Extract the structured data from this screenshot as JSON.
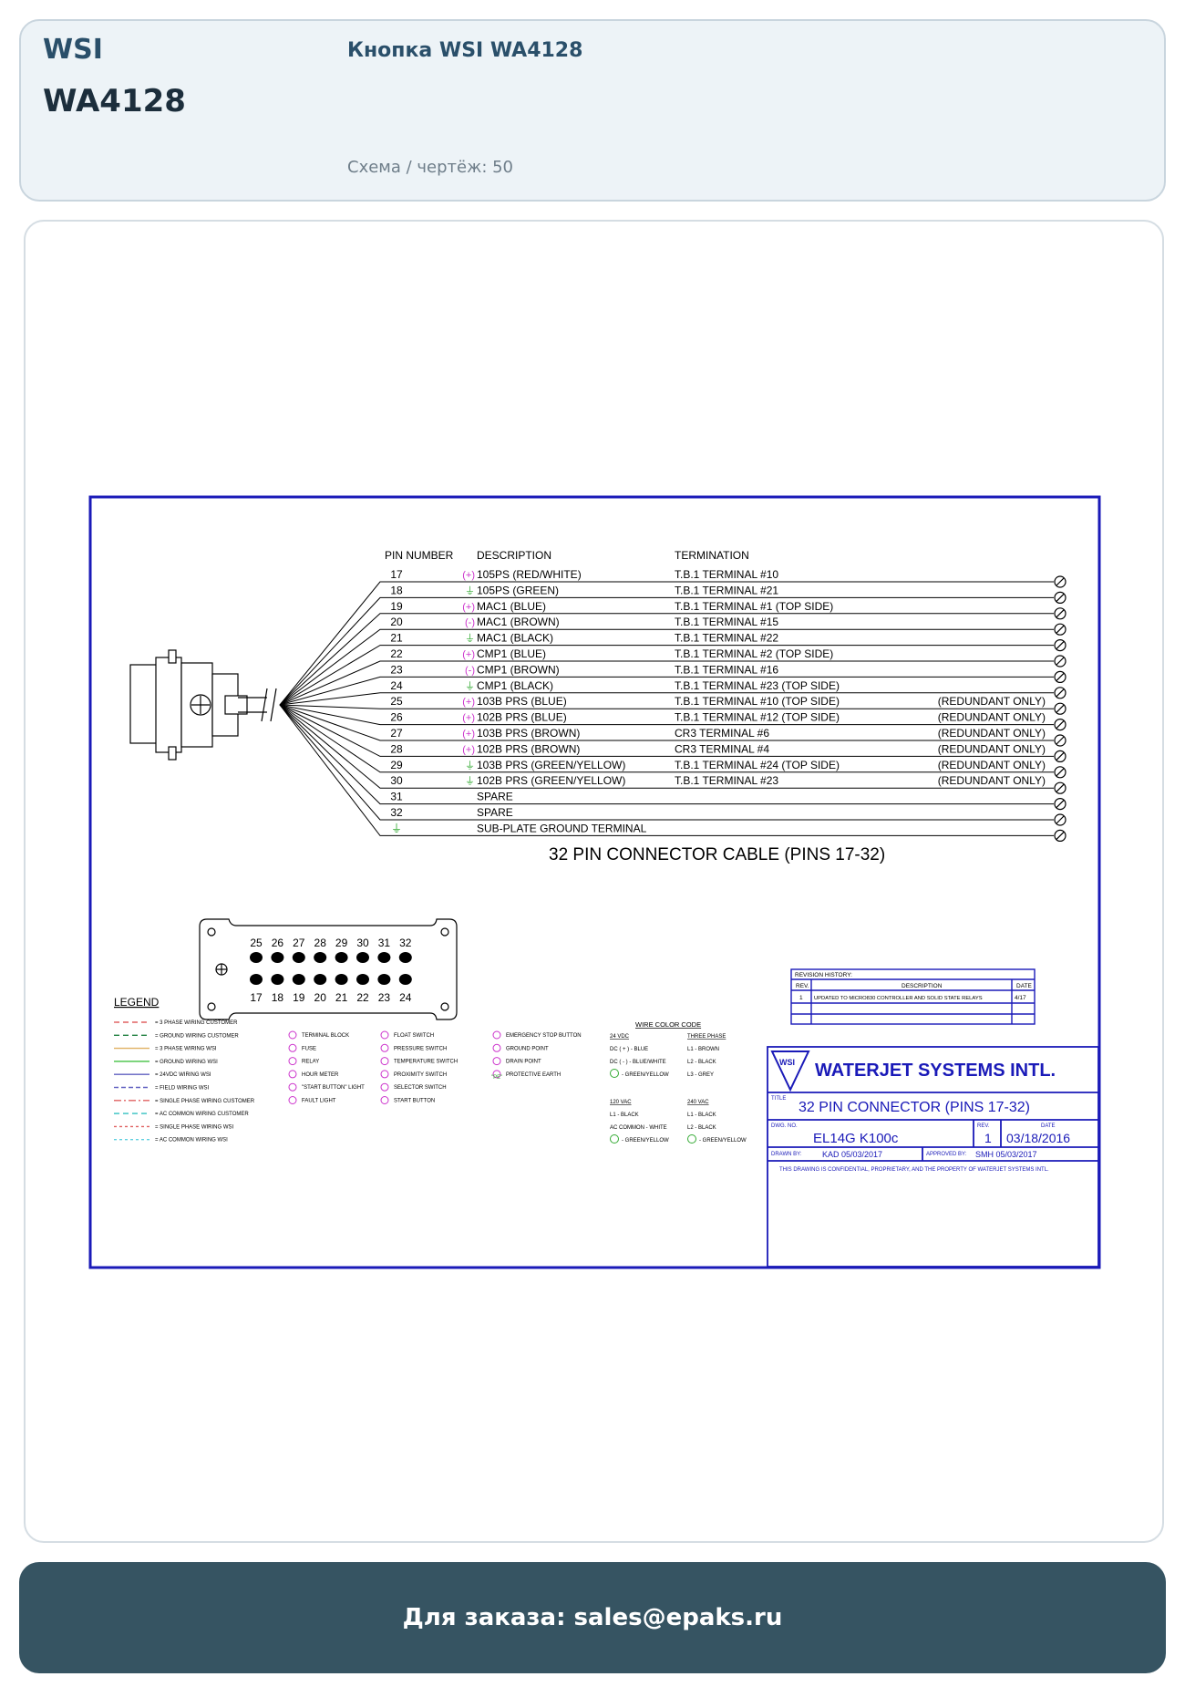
{
  "header": {
    "brand": "WSI",
    "model": "WA4128",
    "title": "Кнопка WSI WA4128",
    "subtitle": "Схема / чертёж: 50"
  },
  "drawing": {
    "headers": {
      "pin": "PIN NUMBER",
      "desc": "DESCRIPTION",
      "term": "TERMINATION"
    },
    "rows": [
      {
        "pin": "17",
        "sym": "(+)",
        "sym_color": "#cc33cc",
        "desc": "105PS (RED/WHITE)",
        "term": "T.B.1  TERMINAL #10",
        "note": ""
      },
      {
        "pin": "18",
        "sym": "⏚",
        "sym_color": "#33aa33",
        "desc": "105PS (GREEN)",
        "term": "T.B.1  TERMINAL #21",
        "note": ""
      },
      {
        "pin": "19",
        "sym": "(+)",
        "sym_color": "#cc33cc",
        "desc": "MAC1 (BLUE)",
        "term": "T.B.1  TERMINAL  #1 (TOP SIDE)",
        "note": ""
      },
      {
        "pin": "20",
        "sym": "(-)",
        "sym_color": "#cc33cc",
        "desc": "MAC1 (BROWN)",
        "term": "T.B.1  TERMINAL #15",
        "note": ""
      },
      {
        "pin": "21",
        "sym": "⏚",
        "sym_color": "#33aa33",
        "desc": "MAC1 (BLACK)",
        "term": "T.B.1  TERMINAL #22",
        "note": ""
      },
      {
        "pin": "22",
        "sym": "(+)",
        "sym_color": "#cc33cc",
        "desc": "CMP1 (BLUE)",
        "term": "T.B.1  TERMINAL #2 (TOP SIDE)",
        "note": ""
      },
      {
        "pin": "23",
        "sym": "(-)",
        "sym_color": "#cc33cc",
        "desc": "CMP1 (BROWN)",
        "term": "T.B.1  TERMINAL #16",
        "note": ""
      },
      {
        "pin": "24",
        "sym": "⏚",
        "sym_color": "#33aa33",
        "desc": "CMP1 (BLACK)",
        "term": "T.B.1  TERMINAL #23 (TOP SIDE)",
        "note": ""
      },
      {
        "pin": "25",
        "sym": "(+)",
        "sym_color": "#cc33cc",
        "desc": "103B PRS (BLUE)",
        "term": "T.B.1  TERMINAL #10 (TOP SIDE)",
        "note": "(REDUNDANT ONLY)"
      },
      {
        "pin": "26",
        "sym": "(+)",
        "sym_color": "#cc33cc",
        "desc": "102B PRS (BLUE)",
        "term": "T.B.1  TERMINAL #12 (TOP SIDE)",
        "note": "(REDUNDANT ONLY)"
      },
      {
        "pin": "27",
        "sym": "(+)",
        "sym_color": "#cc33cc",
        "desc": "103B PRS (BROWN)",
        "term": "CR3   TERMINAL #6",
        "note": "(REDUNDANT ONLY)"
      },
      {
        "pin": "28",
        "sym": "(+)",
        "sym_color": "#cc33cc",
        "desc": "102B PRS (BROWN)",
        "term": "CR3   TERMINAL #4",
        "note": "(REDUNDANT ONLY)"
      },
      {
        "pin": "29",
        "sym": "⏚",
        "sym_color": "#33aa33",
        "desc": "103B PRS (GREEN/YELLOW)",
        "term": "T.B.1  TERMINAL #24 (TOP SIDE)",
        "note": "(REDUNDANT ONLY)"
      },
      {
        "pin": "30",
        "sym": "⏚",
        "sym_color": "#33aa33",
        "desc": "102B PRS (GREEN/YELLOW)",
        "term": "T.B.1  TERMINAL #23",
        "note": "(REDUNDANT ONLY)"
      },
      {
        "pin": "31",
        "sym": "",
        "sym_color": "#000000",
        "desc": "SPARE",
        "term": "",
        "note": ""
      },
      {
        "pin": "32",
        "sym": "",
        "sym_color": "#000000",
        "desc": "SPARE",
        "term": "",
        "note": ""
      },
      {
        "pin": "⏚",
        "sym": "",
        "sym_color": "#33aa33",
        "desc": "SUB-PLATE GROUND TERMINAL",
        "term": "",
        "note": ""
      }
    ],
    "connector_title": "32 PIN CONNECTOR CABLE (PINS 17-32)",
    "pins_top": [
      "25",
      "26",
      "27",
      "28",
      "29",
      "30",
      "31",
      "32"
    ],
    "pins_bottom": [
      "17",
      "18",
      "19",
      "20",
      "21",
      "22",
      "23",
      "24"
    ],
    "revision": {
      "title": "REVISION  HISTORY:",
      "col_rev": "REV.",
      "col_desc": "DESCRIPTION",
      "col_date": "DATE",
      "rev": "1",
      "desc": "UPDATED  TO  MICRO830  CONTROLLER  AND  SOLID  STATE  RELAYS",
      "date": "4/17"
    },
    "legend_title": "LEGEND",
    "legend_lines": [
      {
        "label": "3 PHASE WIRING CUSTOMER",
        "color": "#e06060",
        "dash": "6 4"
      },
      {
        "label": "GROUND WIRING CUSTOMER",
        "color": "#208040",
        "dash": "6 4"
      },
      {
        "label": "3 PHASE WIRING WSI",
        "color": "#e0b060",
        "dash": ""
      },
      {
        "label": "GROUND WIRING WSI",
        "color": "#40c040",
        "dash": ""
      },
      {
        "label": "24VDC WIRING WSI",
        "color": "#6060c0",
        "dash": ""
      },
      {
        "label": "FIELD WIRING WSI",
        "color": "#6060c0",
        "dash": "5 3"
      },
      {
        "label": "SINGLE PHASE WIRING CUSTOMER",
        "color": "#e06060",
        "dash": "8 3 2 3"
      },
      {
        "label": "AC COMMON WIRING CUSTOMER",
        "color": "#30c0c0",
        "dash": "6 4"
      },
      {
        "label": "SINGLE PHASE WIRING WSI",
        "color": "#e06060",
        "dash": "3 3"
      },
      {
        "label": "AC COMMON WIRING WSI",
        "color": "#60d0e0",
        "dash": "3 3"
      }
    ],
    "legend_symbols_1": [
      "TERMINAL BLOCK",
      "FUSE",
      "RELAY",
      "HOUR METER",
      "\"START BUTTON\" LIGHT",
      "FAULT LIGHT"
    ],
    "legend_symbols_2": [
      "FLOAT SWITCH",
      "PRESSURE SWITCH",
      "TEMPERATURE SWITCH",
      "PROXIMITY SWITCH",
      "SELECTOR SWITCH",
      "START BUTTON"
    ],
    "legend_symbols_3": [
      "EMERGENCY STOP BUTTON",
      "GROUND POINT",
      "DRAIN POINT",
      "PROTECTIVE EARTH"
    ],
    "pe_label": "\"PE\"",
    "wire_color": {
      "title": "WIRE COLOR CODE",
      "h24": "24 VDC",
      "h3p": "THREE PHASE",
      "dc_plus": "DC ( + ) - BLUE",
      "dc_minus": "DC ( - ) - BLUE/WHITE",
      "gy": "- GREEN/YELLOW",
      "l1b": "L1 - BROWN",
      "l2b": "L2 - BLACK",
      "l3g": "L3 - GREY",
      "h120": "120 VAC",
      "h240": "240 VAC",
      "l1bk": "L1 - BLACK",
      "ac_common": "AC COMMON - WHITE",
      "gy2": "- GREEN/YELLOW",
      "l1bk2": "L1 - BLACK",
      "l2bk": "L2 - BLACK",
      "gy3": "- GREEN/YELLOW"
    },
    "title_block": {
      "company": "WATERJET SYSTEMS INTL.",
      "logo": "WSI",
      "title_label": "TITLE",
      "title": "32 PIN CONNECTOR (PINS 17-32)",
      "dwg_label": "DWG. NO.",
      "dwg": "EL14G K100c",
      "rev_label": "REV.",
      "rev": "1",
      "date_label": "DATE",
      "date": "03/18/2016",
      "drawn_label": "DRAWN BY:",
      "drawn": "KAD   05/03/2017",
      "approved_label": "APPROVED BY:",
      "approved": "SMH    05/03/2017",
      "confidential": "THIS DRAWING IS CONFIDENTIAL, PROPRIETARY, AND THE PROPERTY OF WATERJET SYSTEMS INTL."
    }
  },
  "footer": {
    "text": "Для заказа: sales@epaks.ru"
  },
  "colors": {
    "header_bg": "#edf3f7",
    "brand": "#2a4f6a",
    "footer_bg": "#365462",
    "drawing_blue": "#1a1ab8"
  }
}
